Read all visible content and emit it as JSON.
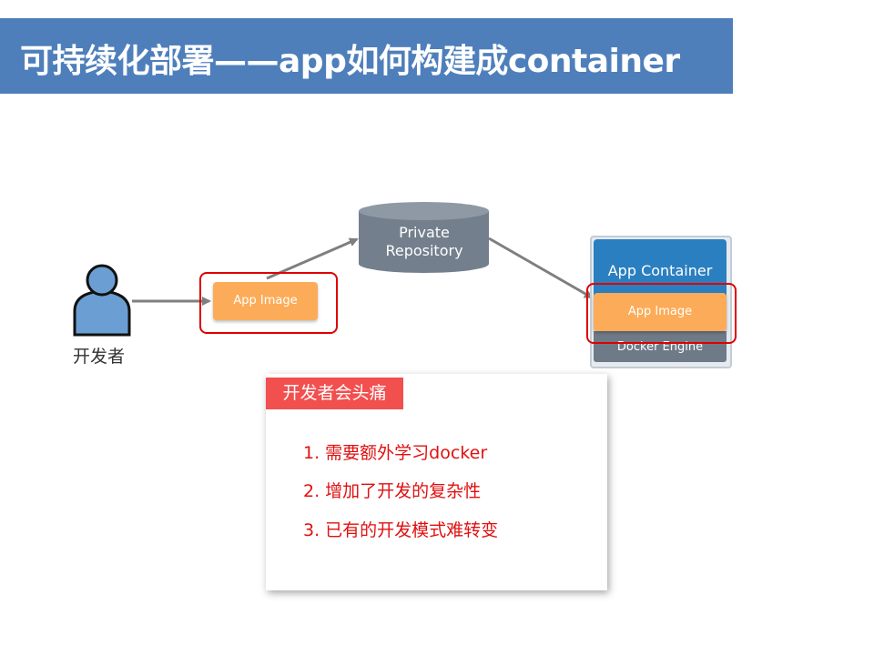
{
  "slide": {
    "title": "可持续化部署——app如何构建成container"
  },
  "diagram": {
    "developer_label": "开发者",
    "app_image_left": "App Image",
    "repository_line1": "Private",
    "repository_line2": "Repository",
    "app_container": "App Container",
    "app_image_right": "App Image",
    "docker_engine": "Docker Engine"
  },
  "pain_points": {
    "tag": "开发者会头痛",
    "items": [
      "1. 需要额外学习docker",
      "2. 增加了开发的复杂性",
      "3. 已有的开发模式难转变"
    ]
  },
  "colors": {
    "title_bar": "#4e7fbb",
    "app_image": "#fcab58",
    "highlight_red": "#e00000",
    "container_blue": "#2a7fc0",
    "engine_gray": "#6f7a88",
    "note_text": "#e01010",
    "note_tag": "#f24f4f"
  },
  "icons": [
    "user-icon",
    "database-icon",
    "annoyed-face-icon"
  ]
}
